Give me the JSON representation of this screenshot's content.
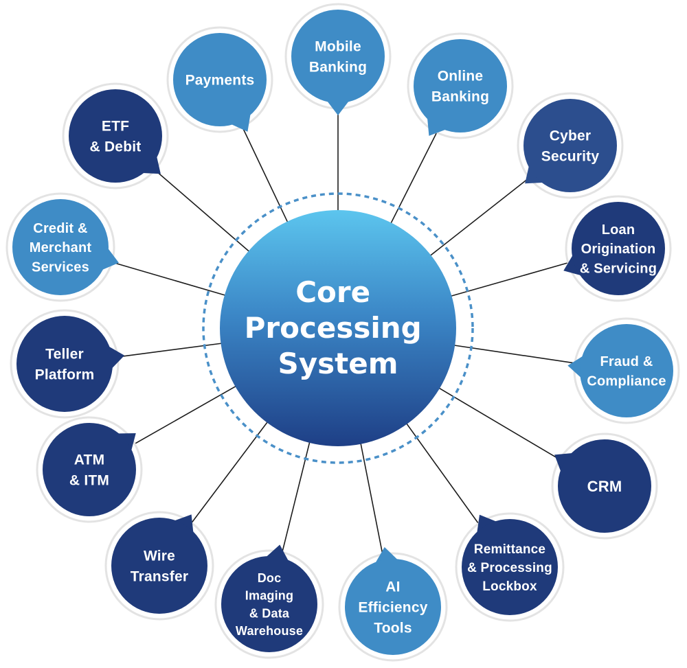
{
  "core": {
    "lines": [
      "Core",
      "Processing",
      "System"
    ]
  },
  "colors": {
    "dark_navy": "#1f3a7a",
    "mid_navy": "#2c4e8e",
    "light_blue": "#3f8cc6",
    "core_top": "#5cc5ee",
    "core_bottom": "#1e3f86",
    "dashed_ring": "#4a90c8"
  },
  "nodes": [
    {
      "id": "mobile-banking",
      "lines": [
        "Mobile",
        "Banking"
      ],
      "tone": "light_blue"
    },
    {
      "id": "online-banking",
      "lines": [
        "Online",
        "Banking"
      ],
      "tone": "light_blue"
    },
    {
      "id": "cyber-security",
      "lines": [
        "Cyber",
        "Security"
      ],
      "tone": "mid_navy"
    },
    {
      "id": "loan-origination-servicing",
      "lines": [
        "Loan",
        "Origination",
        "& Servicing"
      ],
      "tone": "dark_navy"
    },
    {
      "id": "fraud-compliance",
      "lines": [
        "Fraud &",
        "Compliance"
      ],
      "tone": "light_blue"
    },
    {
      "id": "crm",
      "lines": [
        "CRM"
      ],
      "tone": "dark_navy"
    },
    {
      "id": "remittance-processing-lockbox",
      "lines": [
        "Remittance",
        "& Processing",
        "Lockbox"
      ],
      "tone": "dark_navy"
    },
    {
      "id": "ai-efficiency-tools",
      "lines": [
        "AI",
        "Efficiency",
        "Tools"
      ],
      "tone": "light_blue"
    },
    {
      "id": "doc-imaging-data-warehouse",
      "lines": [
        "Doc",
        "Imaging",
        "& Data",
        "Warehouse"
      ],
      "tone": "dark_navy"
    },
    {
      "id": "wire-transfer",
      "lines": [
        "Wire",
        "Transfer"
      ],
      "tone": "dark_navy"
    },
    {
      "id": "atm-itm",
      "lines": [
        "ATM",
        "& ITM"
      ],
      "tone": "dark_navy"
    },
    {
      "id": "teller-platform",
      "lines": [
        "Teller",
        "Platform"
      ],
      "tone": "dark_navy"
    },
    {
      "id": "credit-merchant-services",
      "lines": [
        "Credit &",
        "Merchant",
        "Services"
      ],
      "tone": "light_blue"
    },
    {
      "id": "etf-debit",
      "lines": [
        "ETF",
        "& Debit"
      ],
      "tone": "dark_navy"
    },
    {
      "id": "payments",
      "lines": [
        "Payments"
      ],
      "tone": "light_blue"
    }
  ]
}
